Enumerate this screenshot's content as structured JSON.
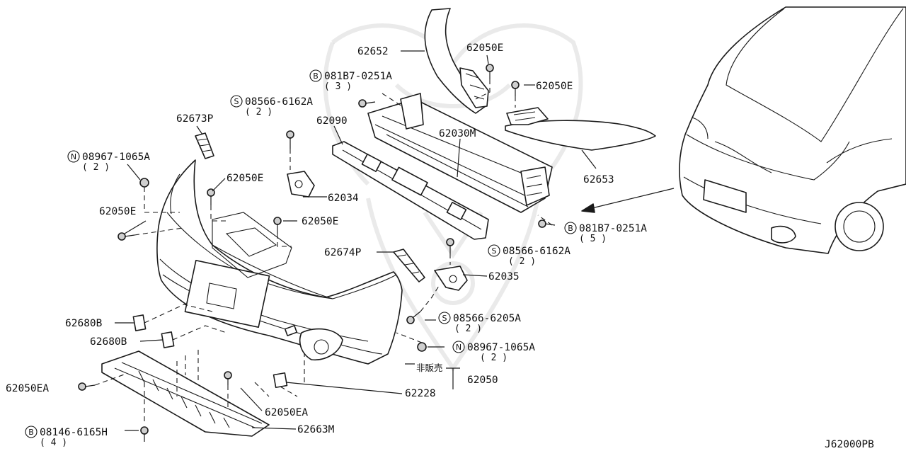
{
  "diagram_code": "J62000PB",
  "parts": {
    "p62652": "62652",
    "p62050E_a": "62050E",
    "p62050E_b": "62050E",
    "p081B7_a": "081B7-0251A",
    "p081B7_a_qty": "( 3 )",
    "p08566_6162_a": "08566-6162A",
    "p08566_6162_a_qty": "( 2 )",
    "p62673P": "62673P",
    "p62090": "62090",
    "p62030M": "62030M",
    "p62653": "62653",
    "p08967_a": "08967-1065A",
    "p08967_a_qty": "( 2 )",
    "p62050E_c": "62050E",
    "p62034": "62034",
    "p62050E_d": "62050E",
    "p62050E_e": "62050E",
    "p081B7_b": "081B7-0251A",
    "p081B7_b_qty": "( 5 )",
    "p62674P": "62674P",
    "p08566_6162_b": "08566-6162A",
    "p08566_6162_b_qty": "( 2 )",
    "p62035": "62035",
    "p62680B_a": "62680B",
    "p62680B_b": "62680B",
    "p08566_6205": "08566-6205A",
    "p08566_6205_qty": "( 2 )",
    "p08967_b": "08967-1065A",
    "p08967_b_qty": "( 2 )",
    "not_for_sale": "非販売",
    "p62050": "62050",
    "p62228": "62228",
    "p62050EA_a": "62050EA",
    "p62050EA_b": "62050EA",
    "p08146": "08146-6165H",
    "p08146_qty": "( 4 )",
    "p62663M": "62663M"
  },
  "prefix_symbols": {
    "bolt": "B",
    "screw": "S",
    "nut": "N"
  },
  "colors": {
    "line": "#1a1a1a",
    "background": "#ffffff",
    "watermark": "#d9d9d9"
  }
}
